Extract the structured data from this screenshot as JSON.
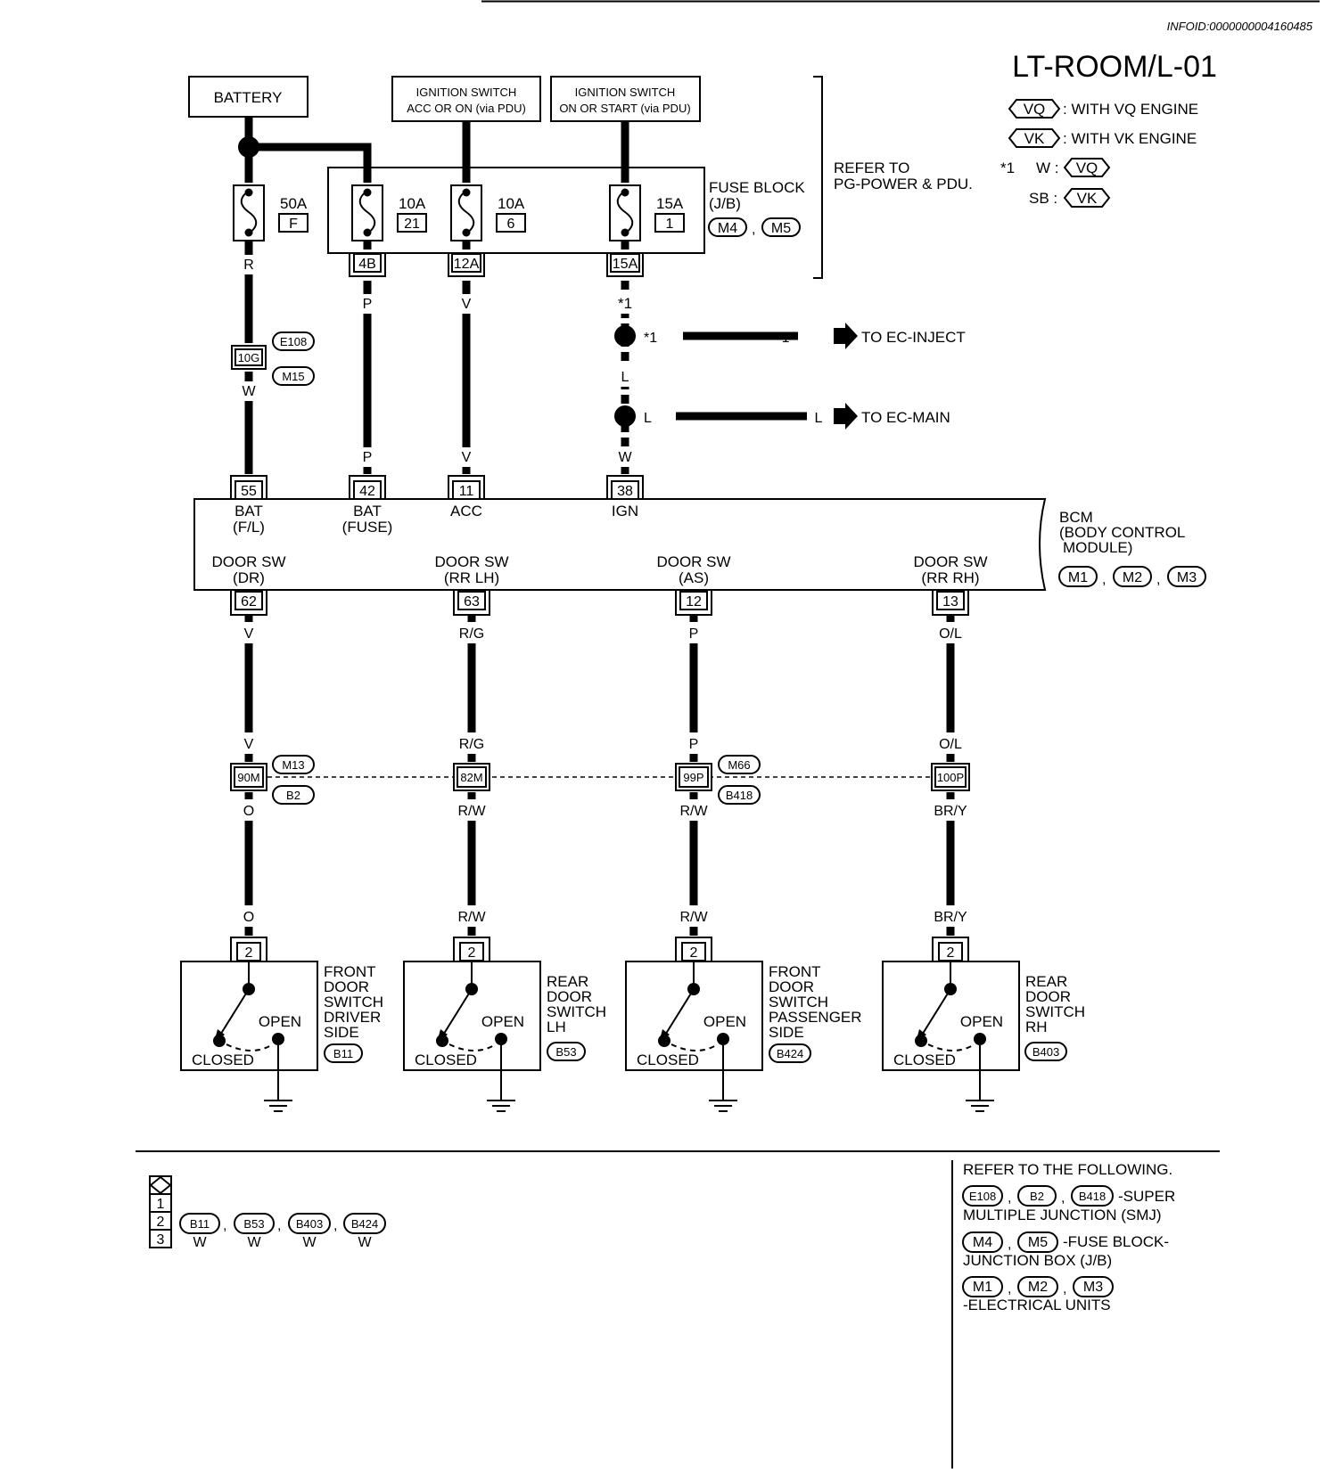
{
  "header": {
    "info_id": "INFOID:0000000004160485",
    "title": "LT-ROOM/L-01"
  },
  "legend": {
    "vq_tag": "VQ",
    "vq_text": ": WITH VQ ENGINE",
    "vk_tag": "VK",
    "vk_text": ": WITH VK ENGINE",
    "star": "*1",
    "w_label": "W :",
    "w_tag": "VQ",
    "sb_label": "SB :",
    "sb_tag": "VK"
  },
  "sources": {
    "battery": "BATTERY",
    "ign_acc_1": "IGNITION SWITCH",
    "ign_acc_2": "ACC OR ON (via PDU)",
    "ign_on_1": "IGNITION SWITCH",
    "ign_on_2": "ON OR START (via PDU)"
  },
  "fuses": {
    "f50_amp": "50A",
    "f50_id": "F",
    "f21_amp": "10A",
    "f21_id": "21",
    "f6_amp": "10A",
    "f6_id": "6",
    "f1_amp": "15A",
    "f1_id": "1",
    "block_1": "FUSE BLOCK",
    "block_2": "(J/B)",
    "conn_m4": "M4",
    "comma": ",",
    "conn_m5": "M5",
    "t_4b": "4B",
    "t_12a": "12A",
    "t_15a": "15A"
  },
  "refer": {
    "line1": "REFER TO",
    "line2": "PG-POWER & PDU."
  },
  "wires": {
    "r": "R",
    "w": "W",
    "p": "P",
    "v": "V",
    "l": "L",
    "star1": "*1",
    "rg": "R/G",
    "ol": "O/L",
    "o": "O",
    "rw": "R/W",
    "bry": "BR/Y"
  },
  "junction": {
    "t10g": "10G",
    "e108": "E108",
    "m15": "M15"
  },
  "ec": {
    "inject": "TO EC-INJECT",
    "main": "TO EC-MAIN"
  },
  "bcm": {
    "t55": "55",
    "t42": "42",
    "t11": "11",
    "t38": "38",
    "bat_fl_1": "BAT",
    "bat_fl_2": "(F/L)",
    "bat_fuse_1": "BAT",
    "bat_fuse_2": "(FUSE)",
    "acc": "ACC",
    "ign": "IGN",
    "dsw": "DOOR SW",
    "dr": "(DR)",
    "rrlh": "(RR LH)",
    "as": "(AS)",
    "rrrh": "(RR RH)",
    "t62": "62",
    "t63": "63",
    "t12": "12",
    "t13": "13",
    "name_1": "BCM",
    "name_2": "(BODY CONTROL",
    "name_3": "MODULE)",
    "m1": "M1",
    "m2": "M2",
    "m3": "M3"
  },
  "inline": {
    "t90m": "90M",
    "m13": "M13",
    "b2": "B2",
    "t82m": "82M",
    "t99p": "99P",
    "m66": "M66",
    "b418": "B418",
    "t100p": "100P"
  },
  "switches": {
    "pin": "2",
    "open": "OPEN",
    "closed": "CLOSED",
    "s1": [
      "FRONT",
      "DOOR",
      "SWITCH",
      "DRIVER",
      "SIDE"
    ],
    "s1_conn": "B11",
    "s2": [
      "REAR",
      "DOOR",
      "SWITCH",
      "LH"
    ],
    "s2_conn": "B53",
    "s3": [
      "FRONT",
      "DOOR",
      "SWITCH",
      "PASSENGER",
      "SIDE"
    ],
    "s3_conn": "B424",
    "s4": [
      "REAR",
      "DOOR",
      "SWITCH",
      "RH"
    ],
    "s4_conn": "B403"
  },
  "connector_table": {
    "r1": "1",
    "r2": "2",
    "r3": "3",
    "c1": "B11",
    "c2": "B53",
    "c3": "B403",
    "c4": "B424",
    "color": "W",
    "comma": ","
  },
  "references": {
    "title": "REFER TO THE FOLLOWING.",
    "e108": "E108",
    "b2": "B2",
    "b418": "B418",
    "smj_1": "-SUPER",
    "smj_2": "MULTIPLE JUNCTION (SMJ)",
    "m4": "M4",
    "m5": "M5",
    "jb_1": "-FUSE BLOCK-",
    "jb_2": "JUNCTION BOX (J/B)",
    "m1": "M1",
    "m2": "M2",
    "m3": "M3",
    "eu": "-ELECTRICAL UNITS"
  }
}
